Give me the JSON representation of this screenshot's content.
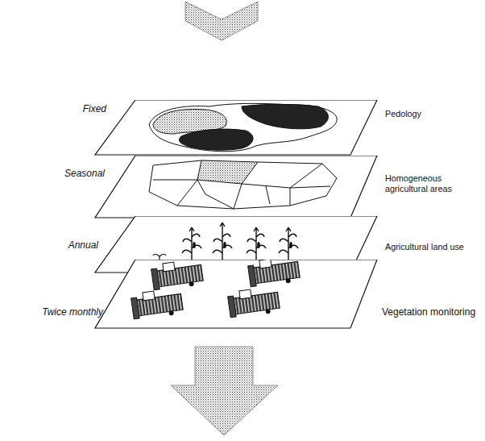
{
  "diagram": {
    "nodes": [
      {
        "text": [
          "Fixed",
          "Pedology"
        ]
      },
      {
        "text": [
          "Seasonal",
          "Homogeneous agricultural areas"
        ]
      },
      {
        "text": [
          "Annual",
          "Agricultural land use"
        ]
      },
      {
        "text": [
          "Twice monthly",
          "Vegetation monitoring"
        ]
      }
    ]
  }
}
